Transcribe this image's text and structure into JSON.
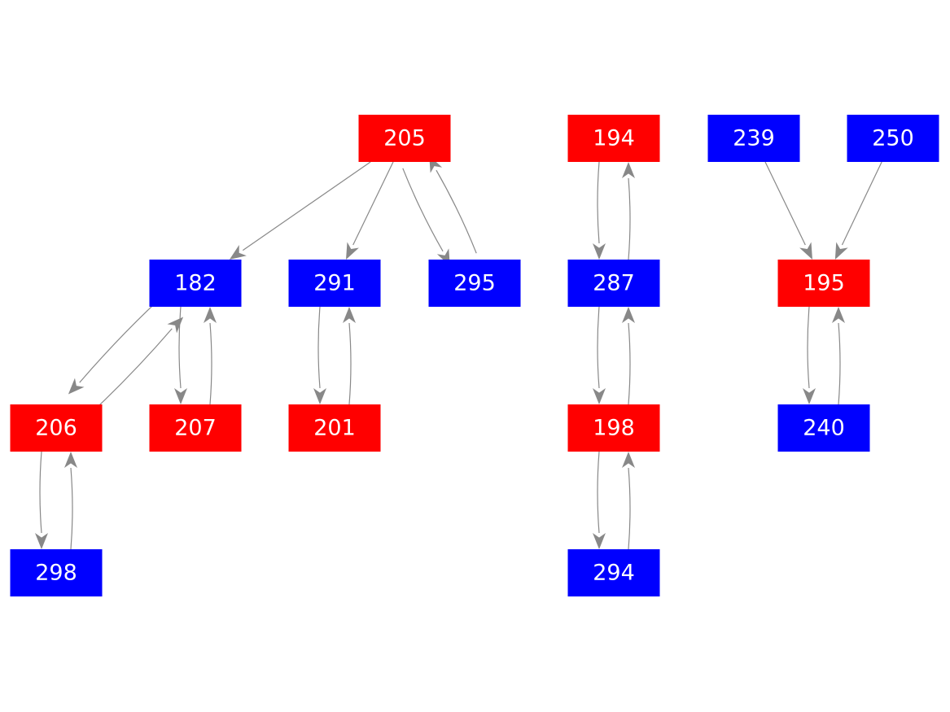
{
  "colors": {
    "red": "#ff0000",
    "blue": "#0000ff",
    "edge": "#888888",
    "label": "#ffffff"
  },
  "nodes": [
    {
      "id": "205",
      "label": "205",
      "color": "red"
    },
    {
      "id": "182",
      "label": "182",
      "color": "blue"
    },
    {
      "id": "291",
      "label": "291",
      "color": "blue"
    },
    {
      "id": "295",
      "label": "295",
      "color": "blue"
    },
    {
      "id": "206",
      "label": "206",
      "color": "red"
    },
    {
      "id": "207",
      "label": "207",
      "color": "red"
    },
    {
      "id": "201",
      "label": "201",
      "color": "red"
    },
    {
      "id": "298",
      "label": "298",
      "color": "blue"
    },
    {
      "id": "194",
      "label": "194",
      "color": "red"
    },
    {
      "id": "287",
      "label": "287",
      "color": "blue"
    },
    {
      "id": "198",
      "label": "198",
      "color": "red"
    },
    {
      "id": "294",
      "label": "294",
      "color": "blue"
    },
    {
      "id": "239",
      "label": "239",
      "color": "blue"
    },
    {
      "id": "250",
      "label": "250",
      "color": "blue"
    },
    {
      "id": "195",
      "label": "195",
      "color": "red"
    },
    {
      "id": "240",
      "label": "240",
      "color": "blue"
    }
  ],
  "edges": [
    {
      "from": "205",
      "to": "182"
    },
    {
      "from": "205",
      "to": "291"
    },
    {
      "from": "205",
      "to": "295"
    },
    {
      "from": "295",
      "to": "205"
    },
    {
      "from": "182",
      "to": "206"
    },
    {
      "from": "206",
      "to": "182"
    },
    {
      "from": "182",
      "to": "207"
    },
    {
      "from": "207",
      "to": "182"
    },
    {
      "from": "291",
      "to": "201"
    },
    {
      "from": "201",
      "to": "291"
    },
    {
      "from": "206",
      "to": "298"
    },
    {
      "from": "298",
      "to": "206"
    },
    {
      "from": "194",
      "to": "287"
    },
    {
      "from": "287",
      "to": "194"
    },
    {
      "from": "287",
      "to": "198"
    },
    {
      "from": "198",
      "to": "287"
    },
    {
      "from": "198",
      "to": "294"
    },
    {
      "from": "294",
      "to": "198"
    },
    {
      "from": "239",
      "to": "195"
    },
    {
      "from": "250",
      "to": "195"
    },
    {
      "from": "195",
      "to": "240"
    },
    {
      "from": "240",
      "to": "195"
    }
  ]
}
